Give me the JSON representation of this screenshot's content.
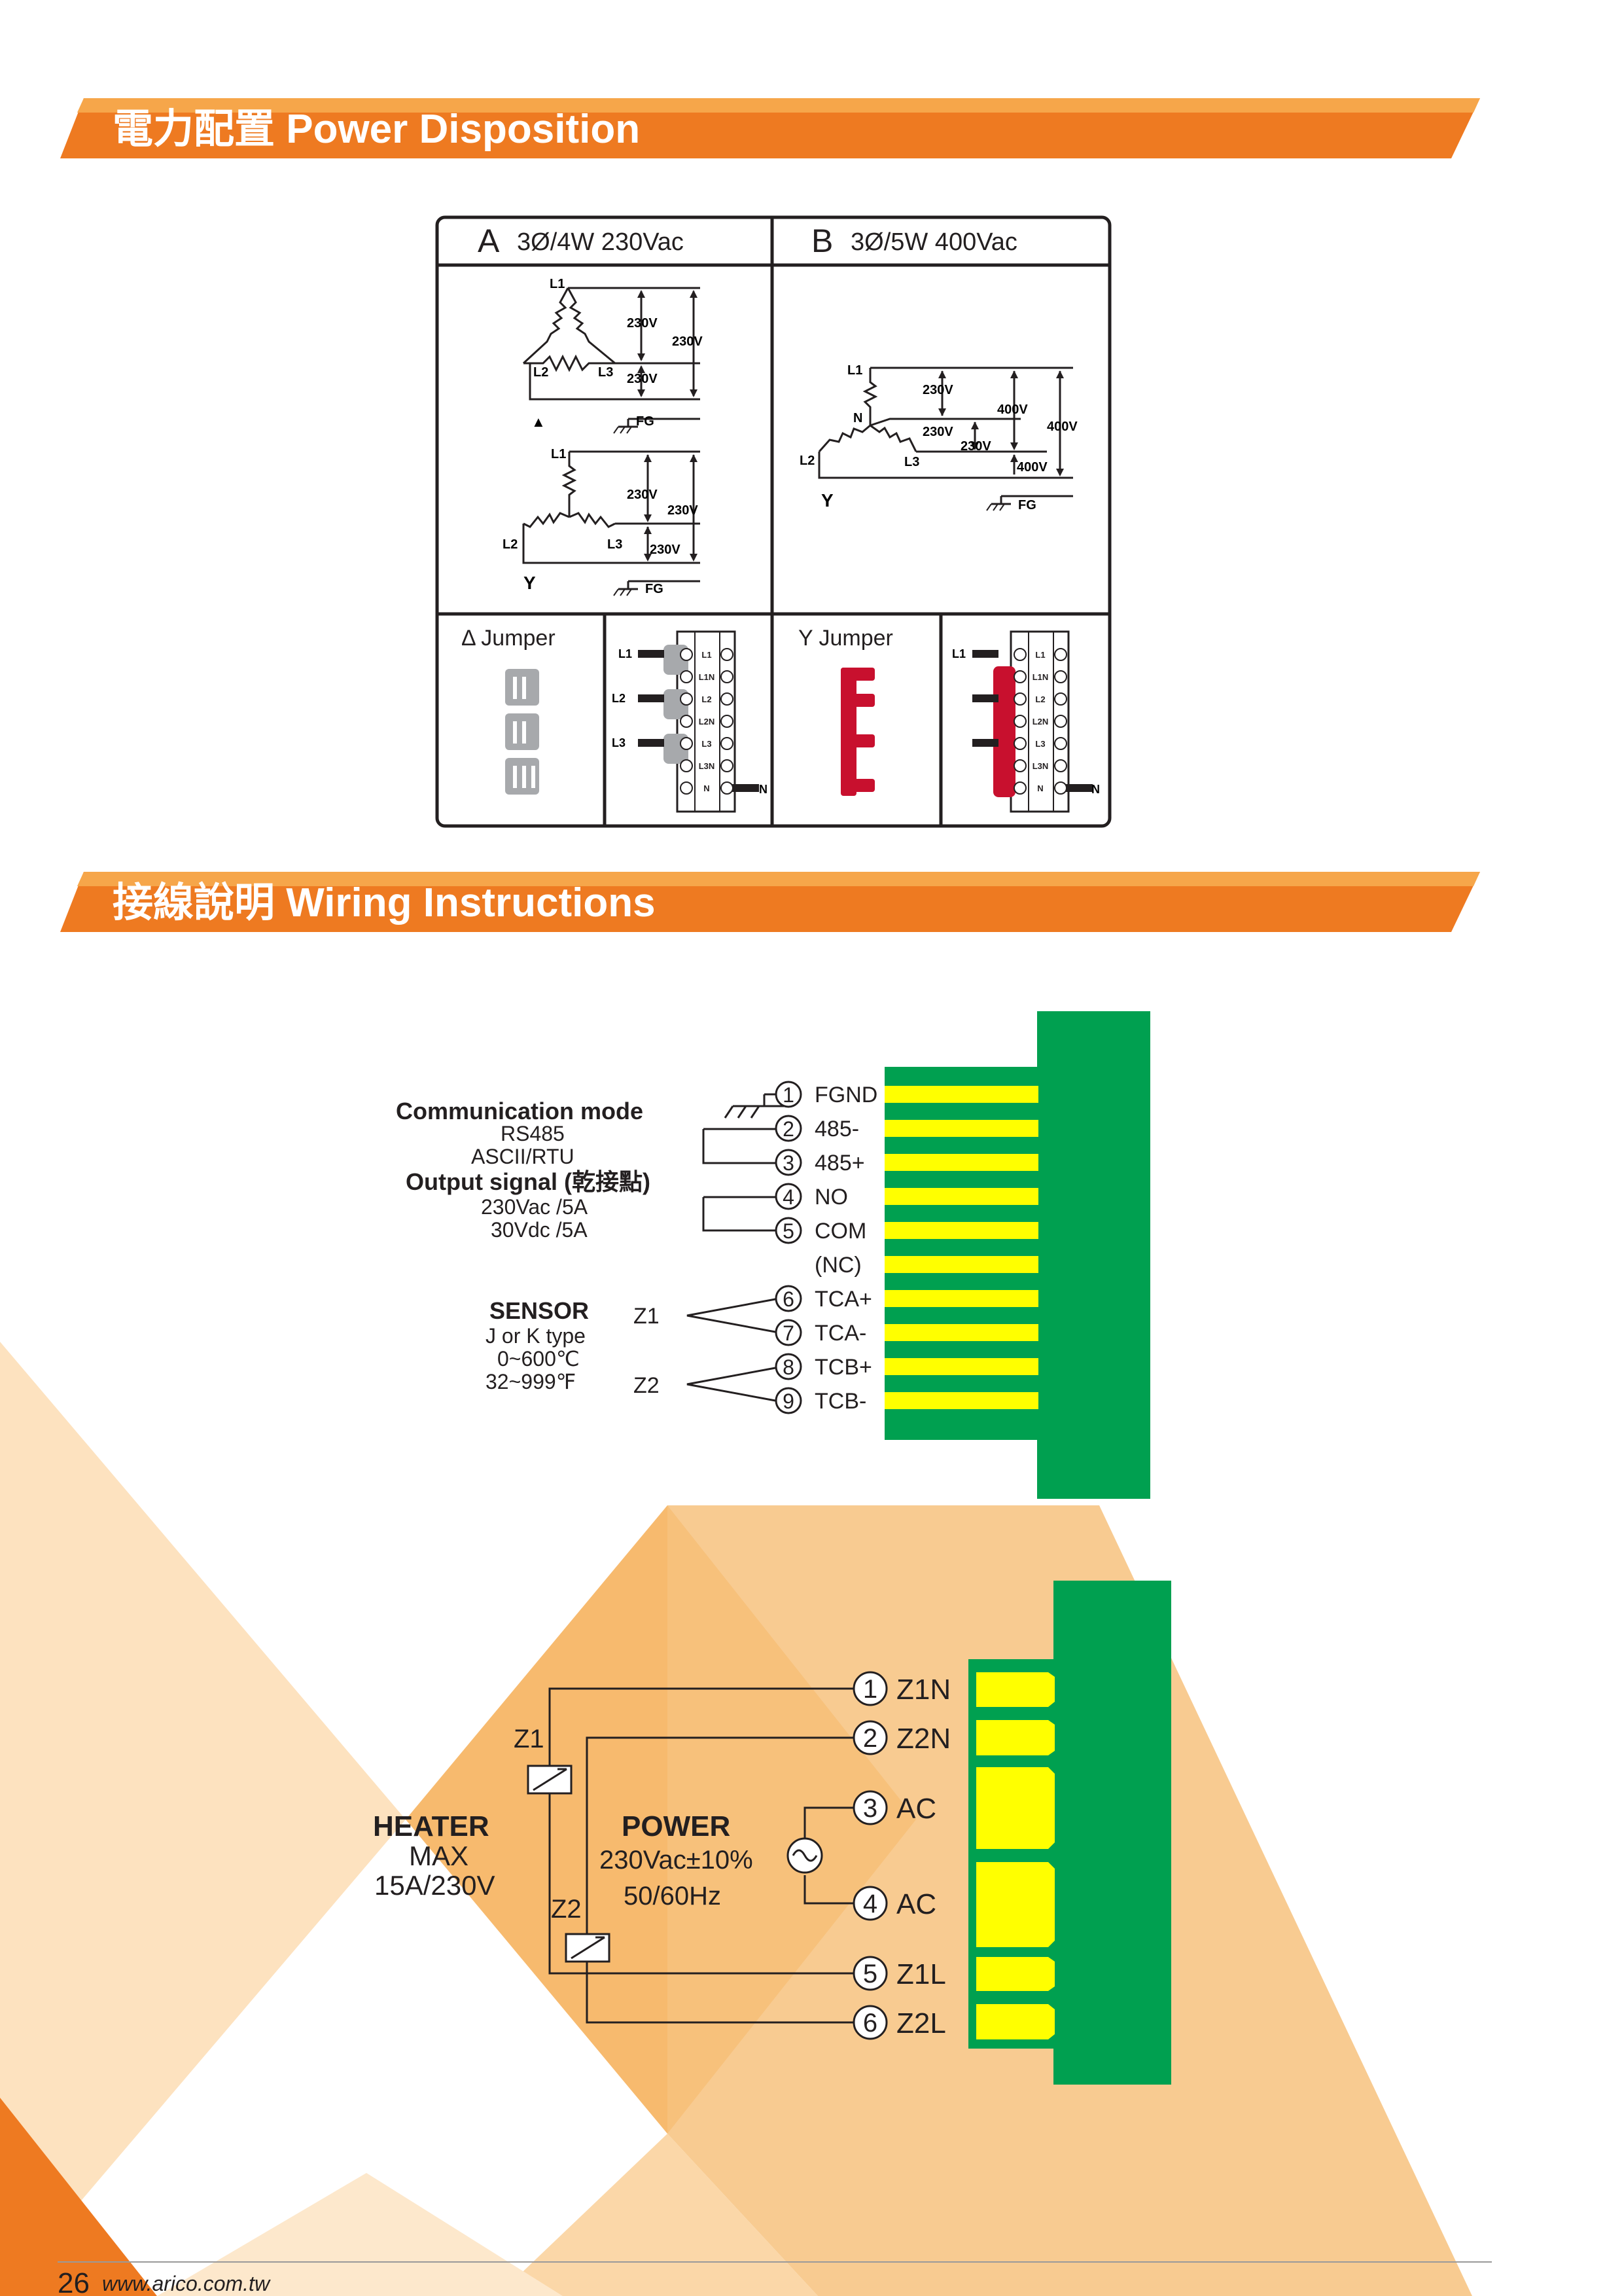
{
  "colors": {
    "orange": "#ee7a21",
    "orange_light": "#f6a64a",
    "peach": "#f8c98d",
    "pcb_green": "#00a050",
    "pin_yellow": "#ffff00",
    "jumper_gray": "#a7a9ac",
    "jumper_red": "#c8102e"
  },
  "sections": {
    "power": {
      "title": "電力配置 Power Disposition"
    },
    "wiring": {
      "title": "接線說明 Wiring Instructions"
    }
  },
  "power_table": {
    "col_a": {
      "letter": "A",
      "title": "3Ø/4W 230Vac"
    },
    "col_b": {
      "letter": "B",
      "title": "3Ø/5W 400Vac"
    },
    "delta_diagram": {
      "l1": "L1",
      "l2": "L2",
      "l3": "L3",
      "v1": "230V",
      "v2": "230V",
      "v3": "230V",
      "fg": "FG",
      "symbol": "▲"
    },
    "y_diagram_a": {
      "l1": "L1",
      "l2": "L2",
      "l3": "L3",
      "v1": "230V",
      "v2": "230V",
      "v3": "230V",
      "fg": "FG",
      "symbol": "Y"
    },
    "y_diagram_b": {
      "l1": "L1",
      "n": "N",
      "l2": "L2",
      "l3": "L3",
      "v1": "230V",
      "v2": "230V",
      "v3": "230V",
      "v4": "400V",
      "v5": "400V",
      "v6": "400V",
      "fg": "FG",
      "symbol": "Y"
    },
    "delta_jumper": {
      "title": "Δ Jumper",
      "l1": "L1",
      "l2": "L2",
      "l3": "L3",
      "n": "N"
    },
    "y_jumper": {
      "title": "Y Jumper",
      "l1": "L1",
      "n": "N"
    },
    "terminal_labels": [
      "L1",
      "L1N",
      "L2",
      "L2N",
      "L3",
      "L3N",
      "N"
    ]
  },
  "signal_wiring": {
    "comm_title": "Communication mode",
    "comm_line1": "RS485",
    "comm_line2": "ASCII/RTU",
    "output_title": "Output signal (乾接點)",
    "output_line1": "230Vac /5A",
    "output_line2": "30Vdc /5A",
    "sensor_title": "SENSOR",
    "sensor_line1": "J or K type",
    "sensor_line2": "0~600℃",
    "sensor_line3": "32~999℉",
    "z1": "Z1",
    "z2": "Z2",
    "pins": [
      {
        "num": "1",
        "label": "FGND"
      },
      {
        "num": "2",
        "label": "485-"
      },
      {
        "num": "3",
        "label": "485+"
      },
      {
        "num": "4",
        "label": "NO"
      },
      {
        "num": "5",
        "label": "COM"
      },
      {
        "num": "",
        "label": "(NC)"
      },
      {
        "num": "6",
        "label": "TCA+"
      },
      {
        "num": "7",
        "label": "TCA-"
      },
      {
        "num": "8",
        "label": "TCB+"
      },
      {
        "num": "9",
        "label": "TCB-"
      }
    ]
  },
  "power_wiring": {
    "heater_title": "HEATER",
    "heater_line1": "MAX",
    "heater_line2": "15A/230V",
    "power_title": "POWER",
    "power_line1": "230Vac±10%",
    "power_line2": "50/60Hz",
    "z1": "Z1",
    "z2": "Z2",
    "pins": [
      {
        "num": "1",
        "label": "Z1N"
      },
      {
        "num": "2",
        "label": "Z2N"
      },
      {
        "num": "3",
        "label": "AC"
      },
      {
        "num": "4",
        "label": "AC"
      },
      {
        "num": "5",
        "label": "Z1L"
      },
      {
        "num": "6",
        "label": "Z2L"
      }
    ]
  },
  "footer": {
    "page_number": "26",
    "url": "www.arico.com.tw"
  }
}
